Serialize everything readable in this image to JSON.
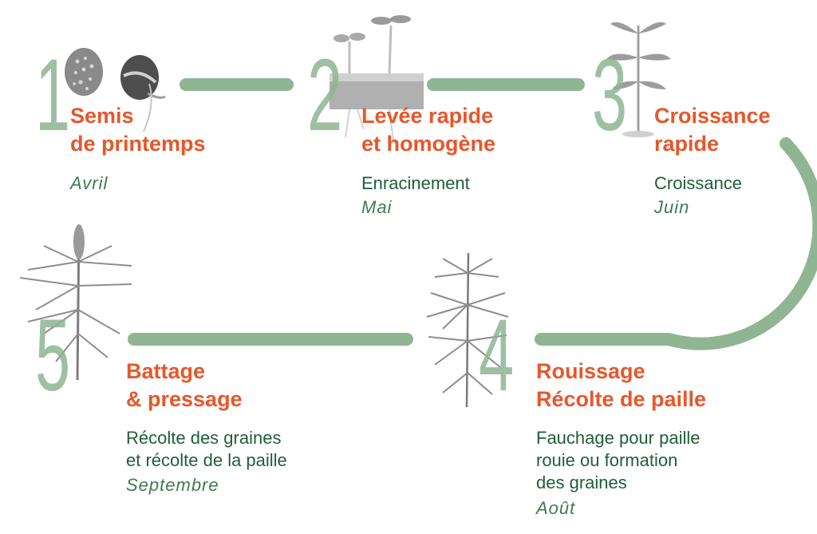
{
  "colors": {
    "accent": "#e8562a",
    "connector": "#8fb592",
    "text": "#1f5e3a",
    "month": "#3f7a52"
  },
  "stages": [
    {
      "number": "1",
      "title": [
        "Semis",
        "de printemps"
      ],
      "description": [],
      "month": "Avril",
      "illustration": "hemp-seeds-icon"
    },
    {
      "number": "2",
      "title": [
        "Levée rapide",
        "et homogène"
      ],
      "description": [
        "Enracinement"
      ],
      "month": "Mai",
      "illustration": "seedlings-icon"
    },
    {
      "number": "3",
      "title": [
        "Croissance",
        "rapide"
      ],
      "description": [
        "Croissance"
      ],
      "month": "Juin",
      "illustration": "young-plant-icon"
    },
    {
      "number": "4",
      "title": [
        "Rouissage",
        "Récolte de paille"
      ],
      "description": [
        "Fauchage pour paille",
        "rouie ou formation",
        "des graines"
      ],
      "month": "Août",
      "illustration": "mature-plant-icon"
    },
    {
      "number": "5",
      "title": [
        "Battage",
        "& pressage"
      ],
      "description": [
        "Récolte des graines",
        "et récolte de la paille"
      ],
      "month": "Septembre",
      "illustration": "flowering-plant-icon"
    }
  ]
}
